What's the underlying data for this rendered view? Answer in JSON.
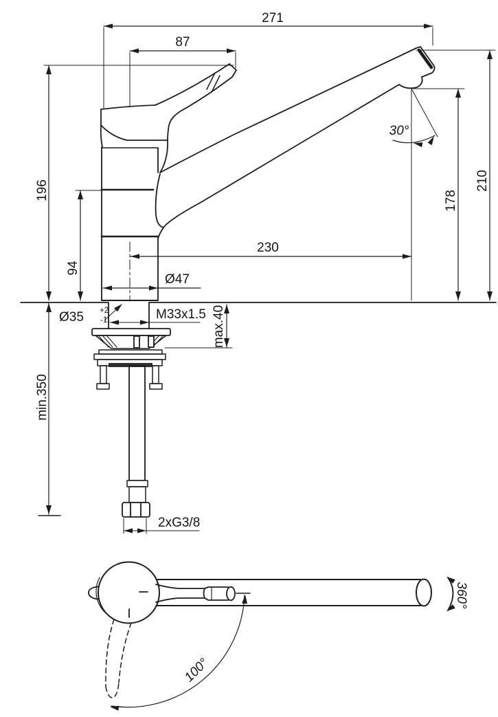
{
  "drawing": {
    "type": "technical-dimension-drawing",
    "subject": "single-lever kitchen sink mixer tap, side elevation and plan view",
    "view_main": {
      "dim_total_width": "271",
      "dim_handle_reach": "87",
      "dim_height_to_handle_top": "196",
      "dim_body_section_height": "94",
      "dim_spout_reach": "230",
      "dim_outlet_height": "178",
      "dim_spout_tip_height": "210",
      "angle_spout": "30°",
      "dia_body": "Ø47",
      "dia_mount_hole": "Ø35",
      "dia_mount_hole_tol_plus": "+2",
      "dia_mount_hole_tol_minus": "-1",
      "thread_shank": "M33x1.5",
      "deck_thickness_max": "max.40",
      "hose_length_min": "min.350",
      "supply_connection": "2xG3/8"
    },
    "view_plan": {
      "angle_spout_swivel": "360°",
      "angle_handle_swivel": "100°"
    },
    "colors": {
      "line": "#1c1c1c",
      "background": "#ffffff"
    }
  }
}
